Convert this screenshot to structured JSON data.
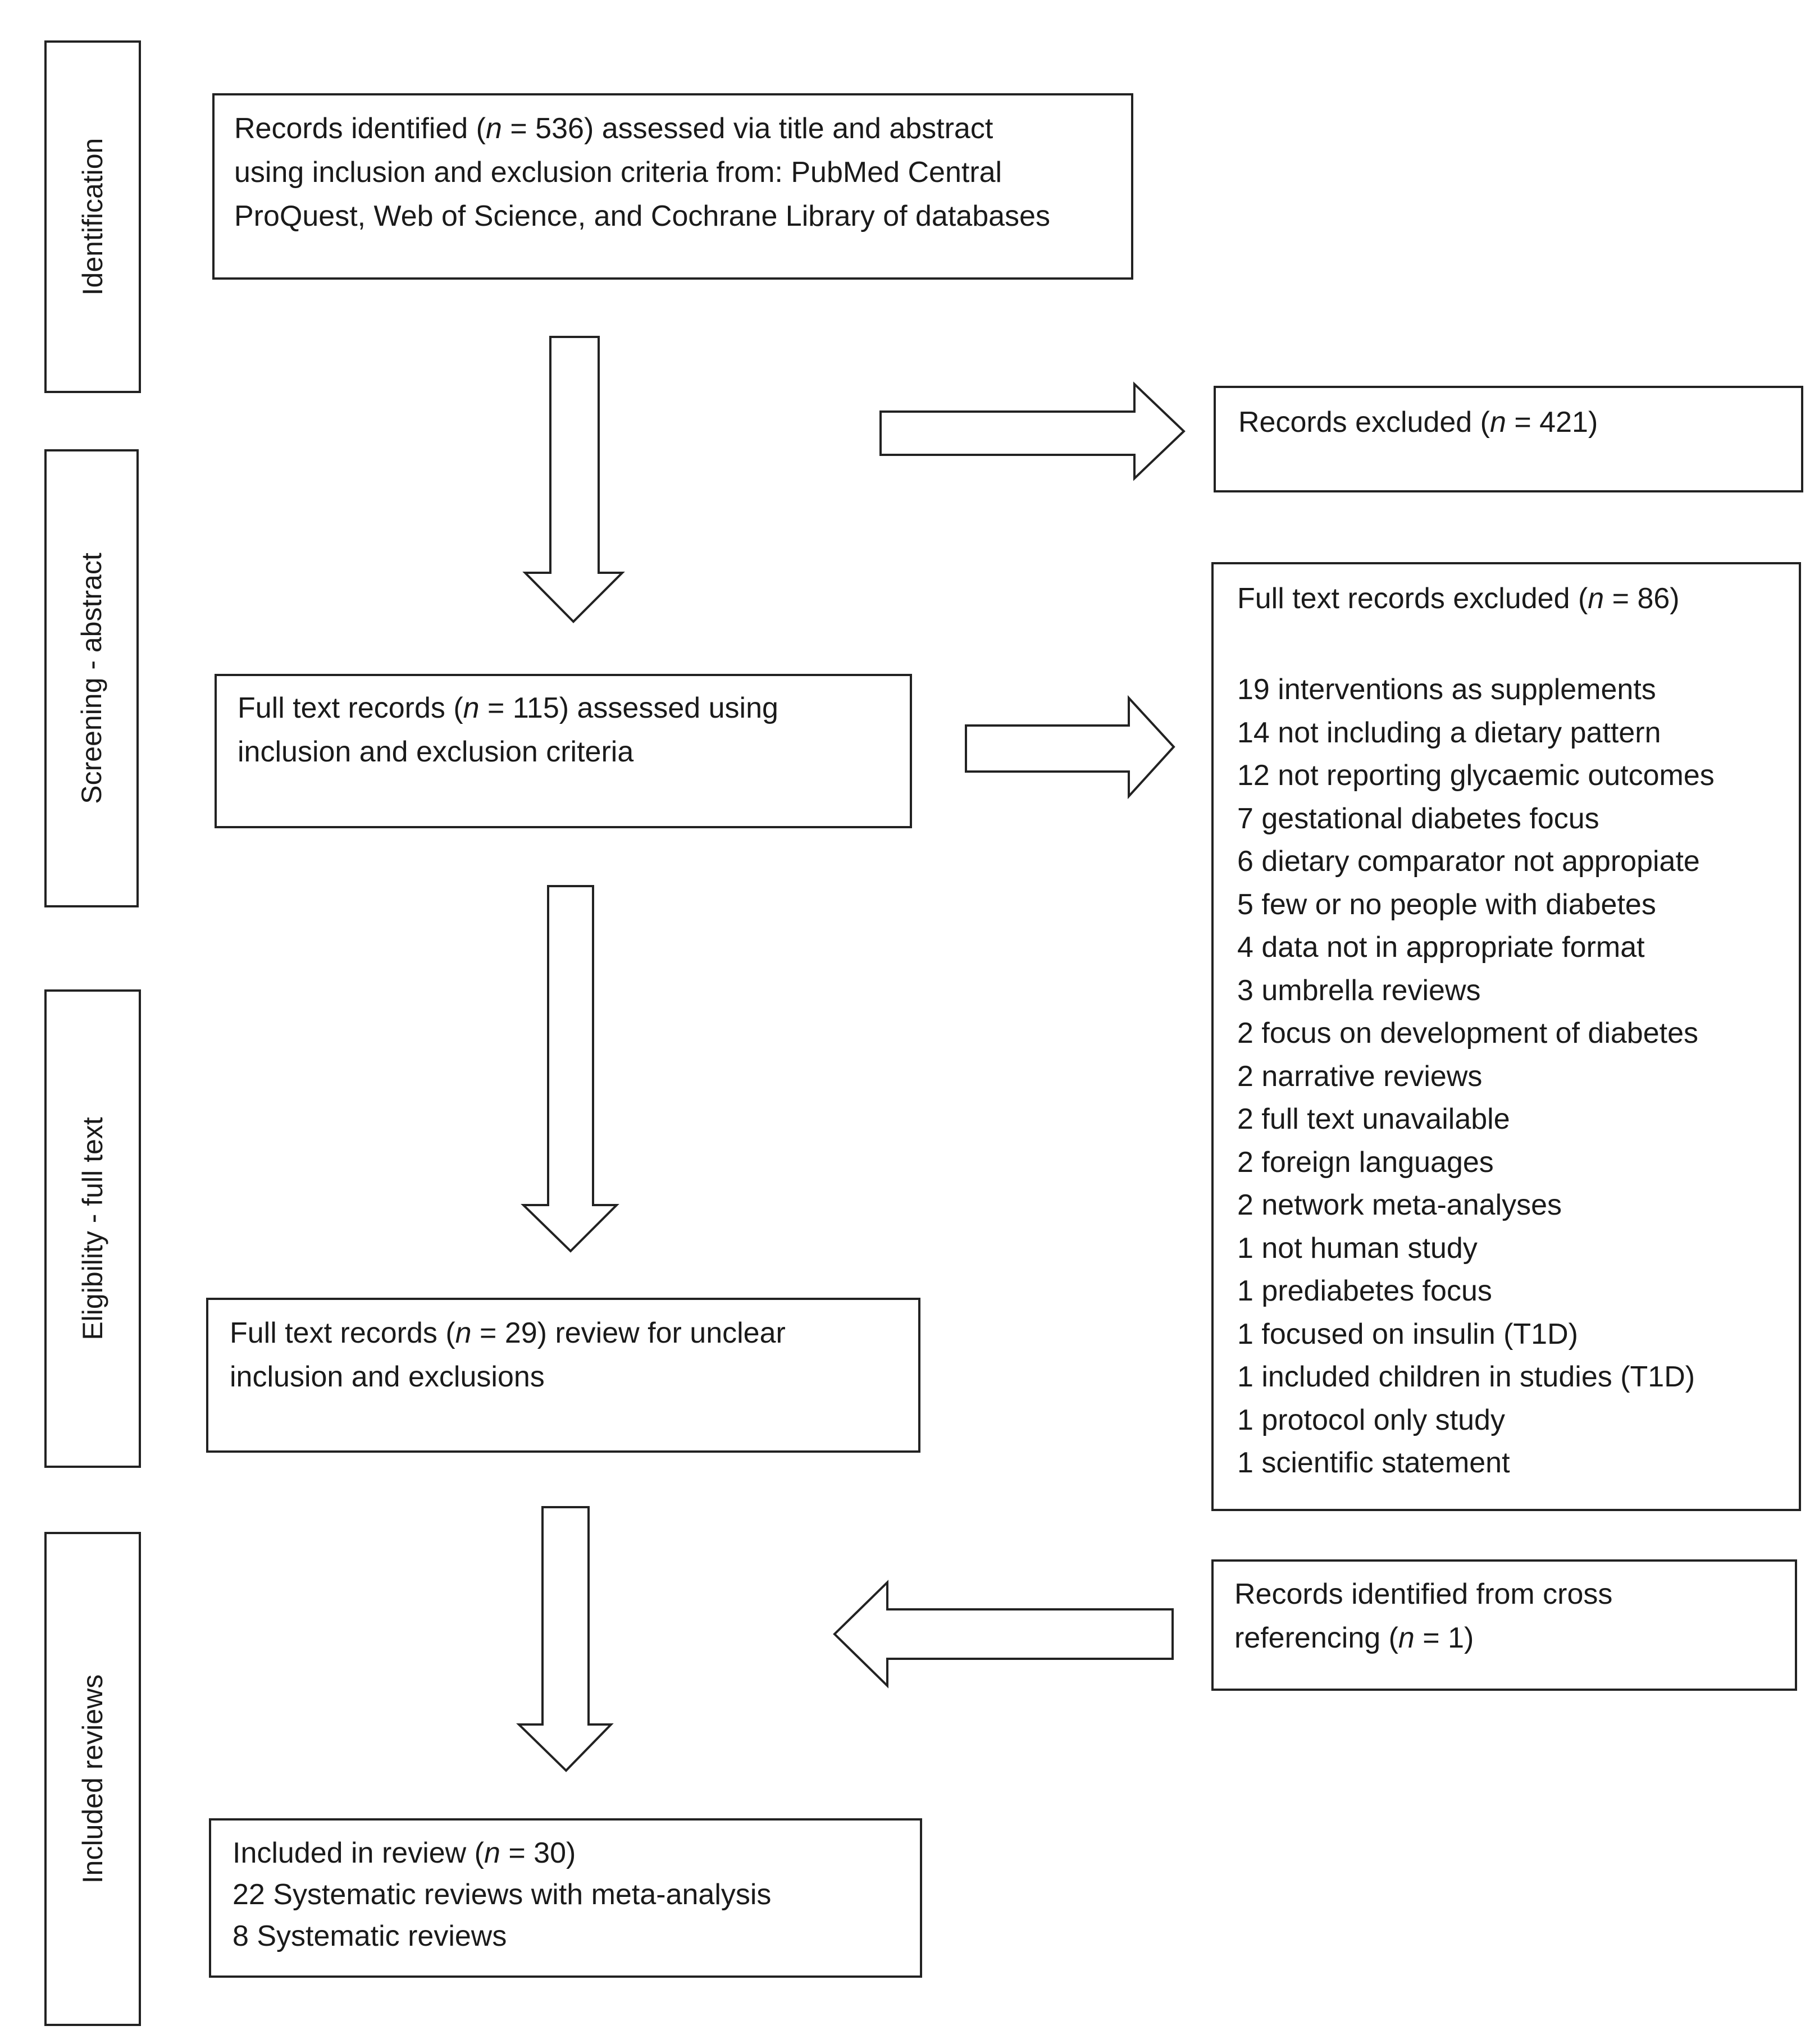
{
  "stages": {
    "identification": "Identification",
    "screening": "Screening - abstract",
    "eligibility": "Eligibility - full text",
    "included": "Included reviews"
  },
  "records_identified": {
    "line1_pre": "Records identified (",
    "n_label": "n",
    "line1_post": " = 536) assessed via title and abstract",
    "line2": "using inclusion and exclusion criteria from: PubMed Central",
    "line3": "ProQuest, Web of Science, and Cochrane Library of databases"
  },
  "records_excluded": {
    "pre": "Records excluded (",
    "n_label": "n",
    "post": " = 421)"
  },
  "fulltext_assessed": {
    "line1_pre": "Full text records (",
    "n_label": "n",
    "line1_post": " = 115) assessed using",
    "line2": "inclusion and exclusion criteria"
  },
  "fulltext_excluded": {
    "title_pre": "Full text records excluded (",
    "n_label": "n",
    "title_post": " = 86)",
    "items": [
      "19 interventions as supplements",
      "14 not including a dietary pattern",
      "12 not reporting glycaemic outcomes",
      "7 gestational diabetes focus",
      "6 dietary comparator not appropiate",
      "5 few or no people with diabetes",
      "4 data not in appropriate format",
      "3 umbrella reviews",
      "2 focus on development of diabetes",
      "2 narrative reviews",
      "2  full text unavailable",
      "2  foreign languages",
      "2 network meta-analyses",
      "1 not human study",
      "1 prediabetes focus",
      "1 focused on insulin (T1D)",
      "1 included children in studies (T1D)",
      "1 protocol only study",
      "1 scientific statement"
    ]
  },
  "fulltext_review": {
    "line1_pre": "Full text records (",
    "n_label": "n",
    "line1_post": " = 29) review for unclear",
    "line2": "inclusion and exclusions"
  },
  "cross_ref": {
    "line1": "Records identified from cross",
    "line2_pre": "referencing (",
    "n_label": "n",
    "line2_post": " = 1)"
  },
  "included": {
    "line1_pre": "Included in review (",
    "n_label": "n",
    "line1_post": " = 30)",
    "line2": "22 Systematic reviews with meta-analysis",
    "line3": "8 Systematic reviews"
  }
}
